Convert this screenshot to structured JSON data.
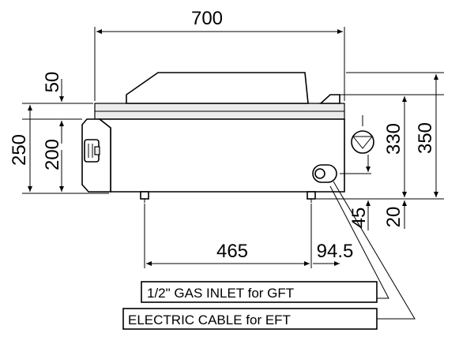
{
  "dimensions": {
    "overall_width": "700",
    "height_50": "50",
    "height_250": "250",
    "height_200": "200",
    "height_330": "330",
    "height_350": "350",
    "height_45": "45",
    "height_20": "20",
    "length_465": "465",
    "length_94_5": "94.5"
  },
  "callouts": {
    "gas_inlet": "1/2\" GAS INLET for GFT",
    "electric_cable": "ELECTRIC CABLE for EFT"
  }
}
